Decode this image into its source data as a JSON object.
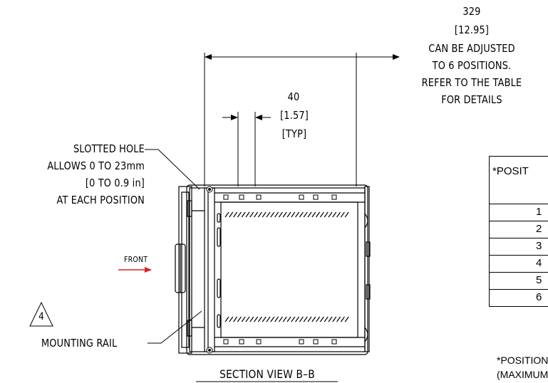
{
  "dimensions": {
    "overall_mm": "329",
    "overall_in": "[12.95]",
    "adjust_note": [
      "CAN BE ADJUSTED",
      "TO 6 POSITIONS.",
      "REFER TO THE TABLE",
      "FOR DETAILS"
    ],
    "pitch_mm": "40",
    "pitch_in": "[1.57]",
    "pitch_typ": "[TYP]"
  },
  "callouts": {
    "slotted_hole": [
      "SLOTTED HOLE",
      "ALLOWS 0 TO 23mm",
      "[0 TO 0.9 in]",
      "AT EACH POSITION"
    ],
    "front": "FRONT",
    "note_number": "4",
    "mounting_rail": "MOUNTING RAIL",
    "section_view": "SECTION VIEW B–B"
  },
  "position_table": {
    "header": "*POSIT",
    "rows": [
      "1",
      "2",
      "3",
      "4",
      "5",
      "6"
    ]
  },
  "footnote": [
    "*POSITION",
    "(MAXIMUM"
  ],
  "colors": {
    "front_arrow": "#e02020",
    "lines": "#000000"
  }
}
